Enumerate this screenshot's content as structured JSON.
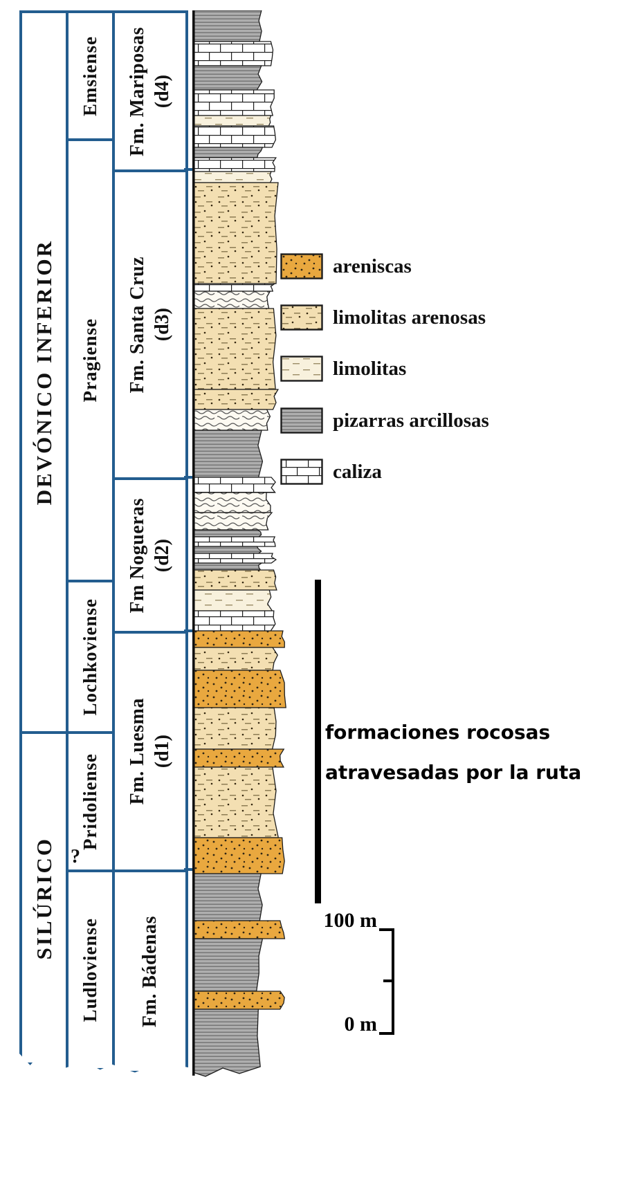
{
  "periods": [
    {
      "label": "DEVÓNICO  INFERIOR"
    },
    {
      "label": "SILÚRICO"
    }
  ],
  "stages": [
    {
      "label": "Emsiense"
    },
    {
      "label": "Pragiense"
    },
    {
      "label": "Lochkoviense"
    },
    {
      "label": "Pridoliense"
    },
    {
      "label": "Ludloviense"
    }
  ],
  "uncertainty_mark": "?",
  "formations": [
    {
      "name": "Fm. Mariposas",
      "code": "(d4)"
    },
    {
      "name": "Fm. Santa Cruz",
      "code": "(d3)"
    },
    {
      "name": "Fm Nogueras",
      "code": "(d2)"
    },
    {
      "name": "Fm. Luesma",
      "code": "(d1)"
    },
    {
      "name": "Fm. Bádenas",
      "code": ""
    }
  ],
  "legend": {
    "items": [
      {
        "lith": "areniscas",
        "label": "areniscas"
      },
      {
        "lith": "limolitas_arenosas",
        "label": "limolitas arenosas"
      },
      {
        "lith": "limolitas",
        "label": "limolitas"
      },
      {
        "lith": "pizarras",
        "label": "pizarras arcillosas"
      },
      {
        "lith": "caliza",
        "label": "caliza"
      }
    ]
  },
  "route_annotation": {
    "line1": "formaciones rocosas",
    "line2": "atravesadas por la ruta"
  },
  "scale_bar": {
    "top": "100 m",
    "bottom": "0 m"
  },
  "colors": {
    "border_blue": "#235d8f",
    "areniscas": "#e9a83f",
    "limolitas_arenosas": "#f3dfb2",
    "limolitas": "#f8f1dd",
    "pizarras": "#aeaeae",
    "caliza": "#ffffff",
    "ink": "#1c1c1c"
  },
  "chart_data": {
    "type": "stratigraphic-column",
    "lith_widths": {
      "pizarras": 97,
      "caliza": 117,
      "limolitas": 111,
      "wavy": 111,
      "limolitas_arenosas": 120,
      "areniscas": 131
    },
    "layers": [
      {
        "from": 15,
        "to": 60,
        "lith": "pizarras"
      },
      {
        "from": 60,
        "to": 95,
        "lith": "caliza"
      },
      {
        "from": 95,
        "to": 130,
        "lith": "pizarras"
      },
      {
        "from": 130,
        "to": 167,
        "lith": "caliza"
      },
      {
        "from": 167,
        "to": 182,
        "lith": "limolitas"
      },
      {
        "from": 182,
        "to": 213,
        "lith": "caliza"
      },
      {
        "from": 213,
        "to": 228,
        "lith": "pizarras"
      },
      {
        "from": 228,
        "to": 248,
        "lith": "caliza"
      },
      {
        "from": 248,
        "to": 264,
        "lith": "limolitas"
      },
      {
        "from": 264,
        "to": 410,
        "lith": "limolitas_arenosas"
      },
      {
        "from": 410,
        "to": 421,
        "lith": "caliza"
      },
      {
        "from": 421,
        "to": 446,
        "lith": "wavy"
      },
      {
        "from": 446,
        "to": 563,
        "lith": "limolitas_arenosas"
      },
      {
        "from": 563,
        "to": 592,
        "lith": "limolitas_arenosas"
      },
      {
        "from": 592,
        "to": 622,
        "lith": "wavy"
      },
      {
        "from": 622,
        "to": 690,
        "lith": "pizarras"
      },
      {
        "from": 690,
        "to": 712,
        "lith": "caliza"
      },
      {
        "from": 712,
        "to": 741,
        "lith": "wavy"
      },
      {
        "from": 741,
        "to": 766,
        "lith": "wavy"
      },
      {
        "from": 766,
        "to": 776,
        "lith": "pizarras"
      },
      {
        "from": 776,
        "to": 790,
        "lith": "caliza"
      },
      {
        "from": 790,
        "to": 800,
        "lith": "pizarras"
      },
      {
        "from": 800,
        "to": 814,
        "lith": "caliza"
      },
      {
        "from": 814,
        "to": 824,
        "lith": "pizarras"
      },
      {
        "from": 824,
        "to": 853,
        "lith": "limolitas_arenosas"
      },
      {
        "from": 853,
        "to": 883,
        "lith": "limolitas"
      },
      {
        "from": 883,
        "to": 912,
        "lith": "caliza"
      },
      {
        "from": 912,
        "to": 936,
        "lith": "areniscas"
      },
      {
        "from": 936,
        "to": 969,
        "lith": "limolitas_arenosas"
      },
      {
        "from": 969,
        "to": 1023,
        "lith": "areniscas"
      },
      {
        "from": 1023,
        "to": 1083,
        "lith": "limolitas_arenosas"
      },
      {
        "from": 1083,
        "to": 1109,
        "lith": "areniscas"
      },
      {
        "from": 1109,
        "to": 1211,
        "lith": "limolitas_arenosas"
      },
      {
        "from": 1211,
        "to": 1263,
        "lith": "areniscas"
      },
      {
        "from": 1263,
        "to": 1331,
        "lith": "pizarras"
      },
      {
        "from": 1331,
        "to": 1357,
        "lith": "areniscas"
      },
      {
        "from": 1357,
        "to": 1433,
        "lith": "pizarras"
      },
      {
        "from": 1433,
        "to": 1459,
        "lith": "areniscas"
      },
      {
        "from": 1459,
        "to": 1556,
        "lith": "pizarras"
      }
    ]
  }
}
